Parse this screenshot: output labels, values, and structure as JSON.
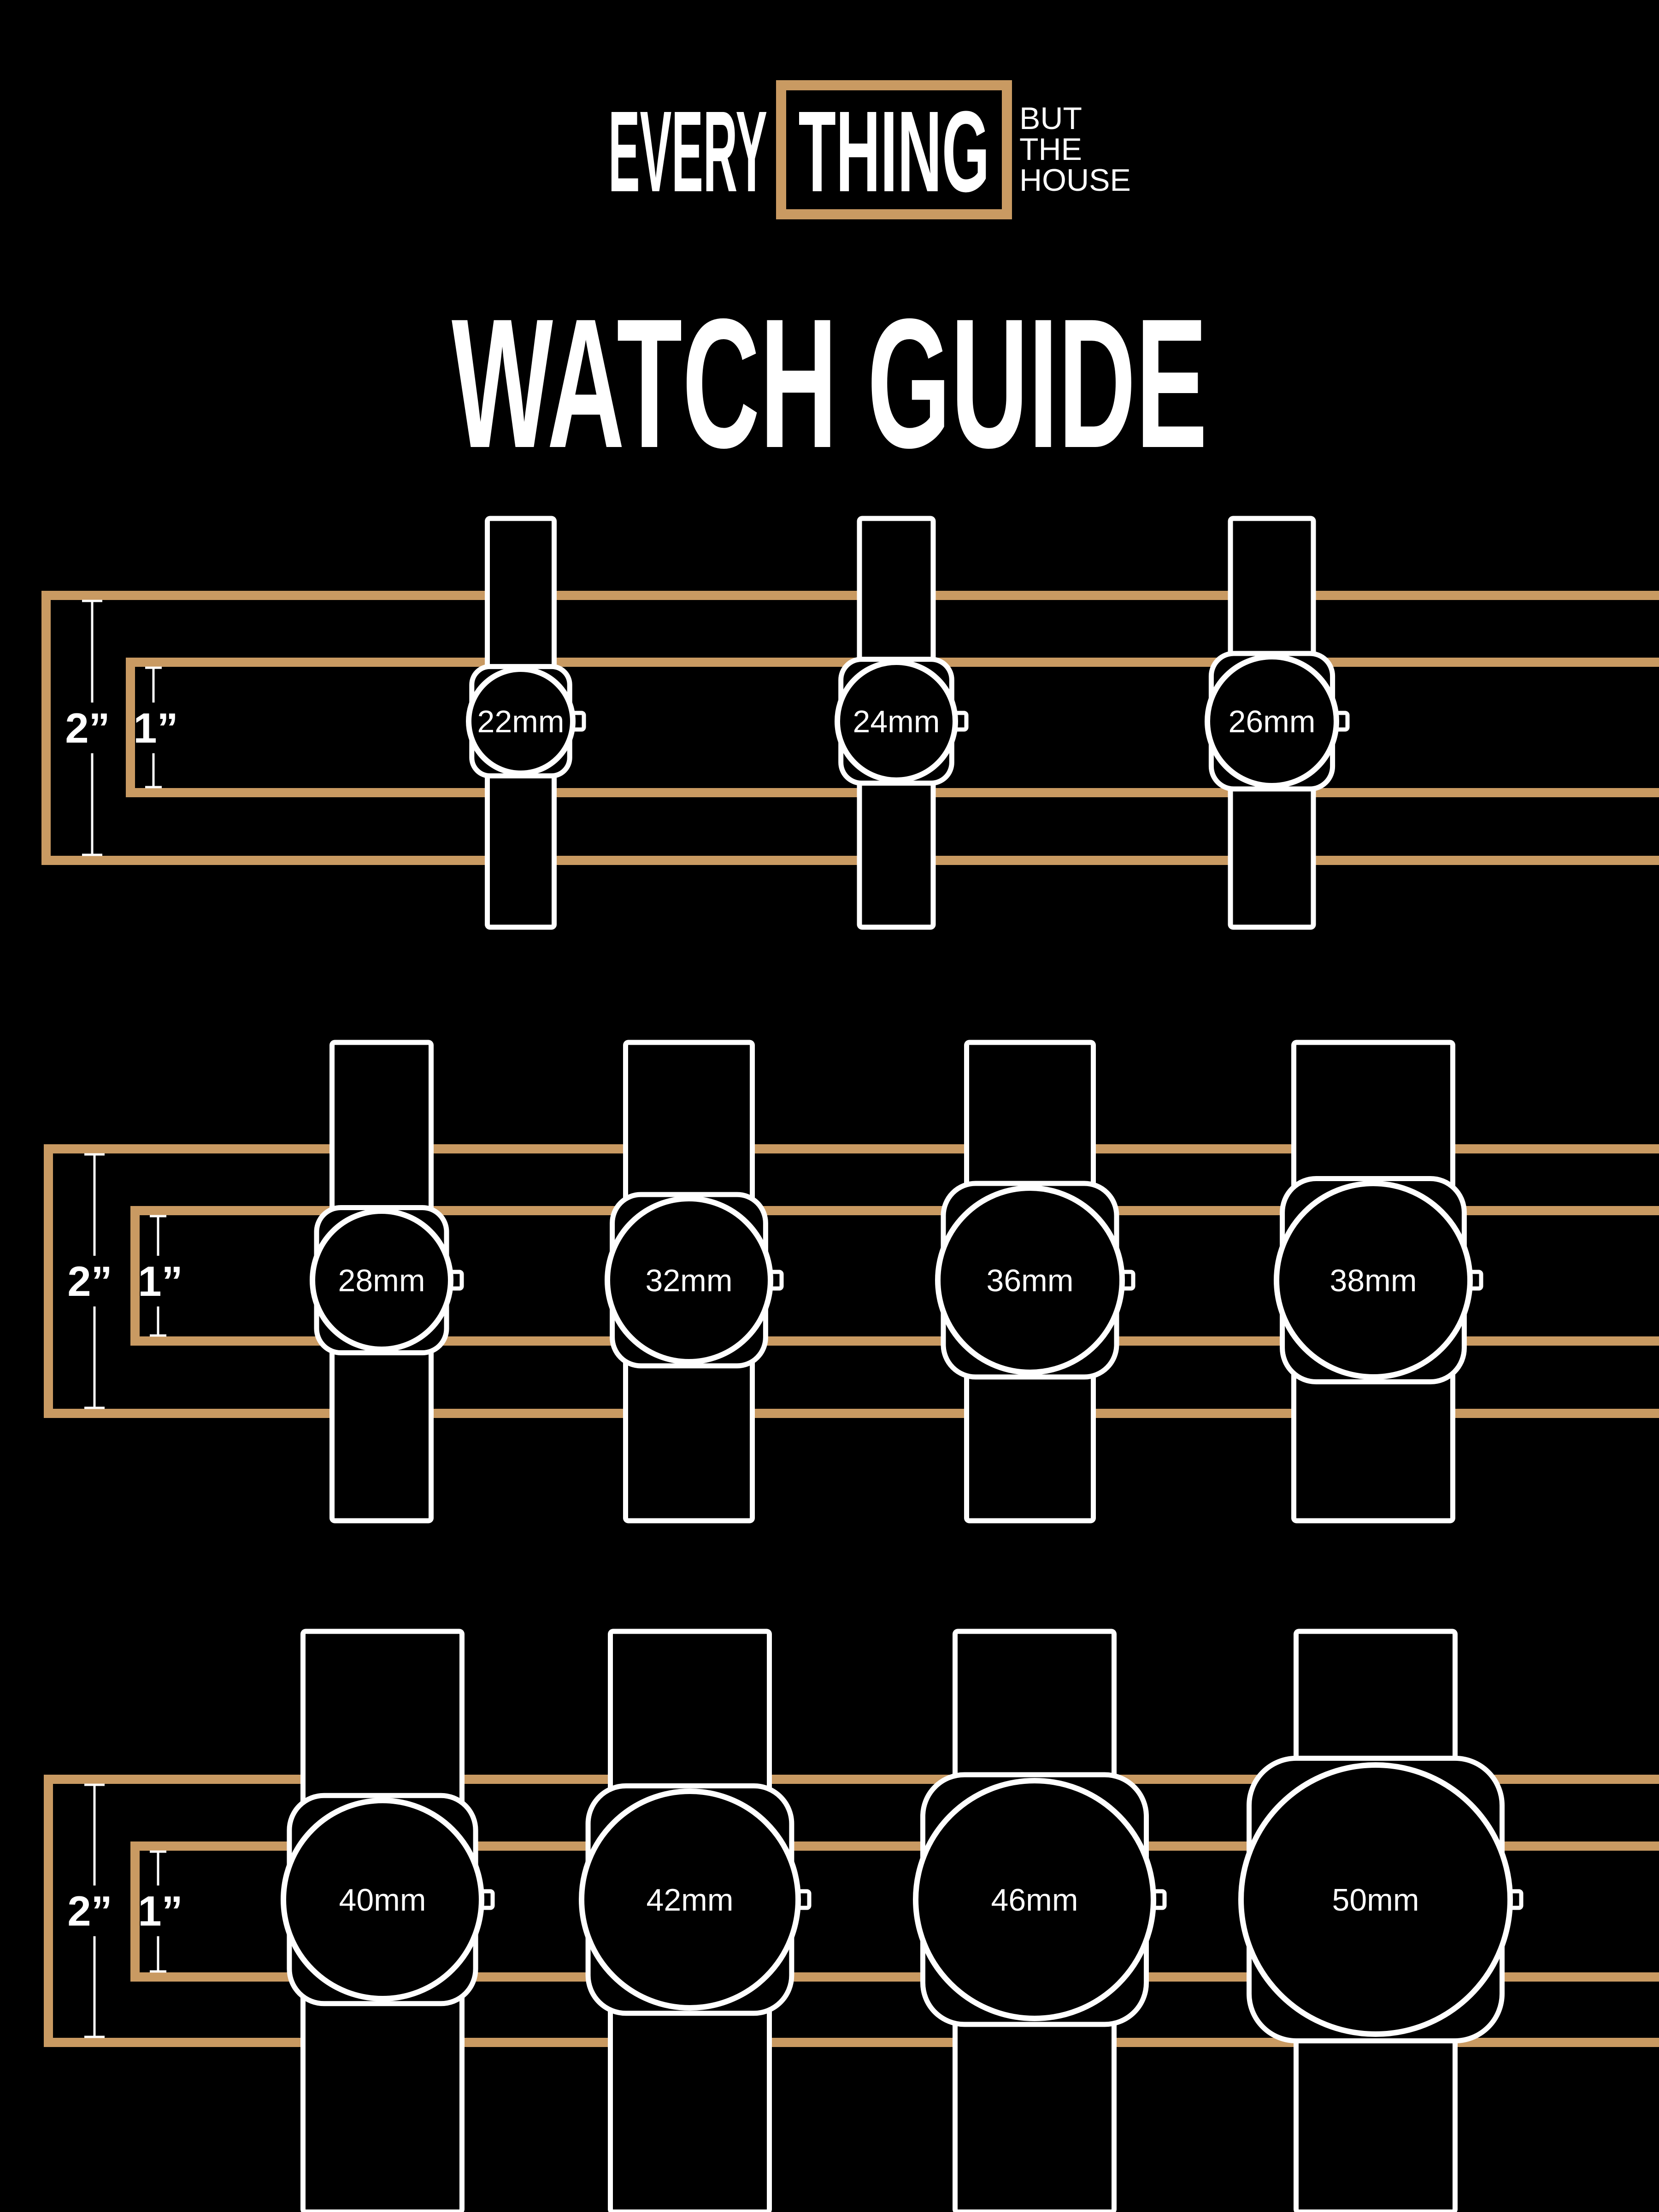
{
  "logo": {
    "every": "EVERY",
    "thing": "THING",
    "tagline": [
      "BUT",
      "THE",
      "HOUSE"
    ]
  },
  "title": "WATCH GUIDE",
  "scale_labels": {
    "two_inch": "2”",
    "one_inch": "1”"
  },
  "colors": {
    "background": "#000000",
    "gold": "#C99A62",
    "white": "#FFFFFF"
  },
  "rows": [
    {
      "watches": [
        {
          "label": "22mm",
          "diameter_mm": 22
        },
        {
          "label": "24mm",
          "diameter_mm": 24
        },
        {
          "label": "26mm",
          "diameter_mm": 26
        }
      ]
    },
    {
      "watches": [
        {
          "label": "28mm",
          "diameter_mm": 28
        },
        {
          "label": "32mm",
          "diameter_mm": 32
        },
        {
          "label": "36mm",
          "diameter_mm": 36
        },
        {
          "label": "38mm",
          "diameter_mm": 38
        }
      ]
    },
    {
      "watches": [
        {
          "label": "40mm",
          "diameter_mm": 40
        },
        {
          "label": "42mm",
          "diameter_mm": 42
        },
        {
          "label": "46mm",
          "diameter_mm": 46
        },
        {
          "label": "50mm",
          "diameter_mm": 50
        }
      ]
    }
  ]
}
